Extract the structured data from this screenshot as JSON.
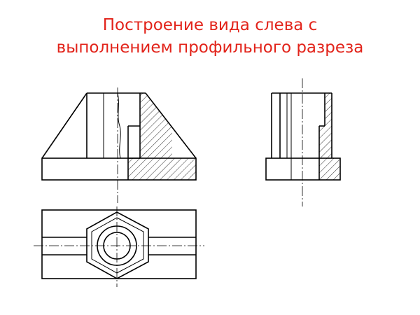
{
  "title": {
    "line1": "Построение вида слева с",
    "line2": "выполнением профильного разреза",
    "color": "#e2231a"
  },
  "drawing": {
    "line_color": "#000000",
    "views": [
      "front-view-half-section",
      "left-view-profile-section",
      "top-view"
    ]
  }
}
